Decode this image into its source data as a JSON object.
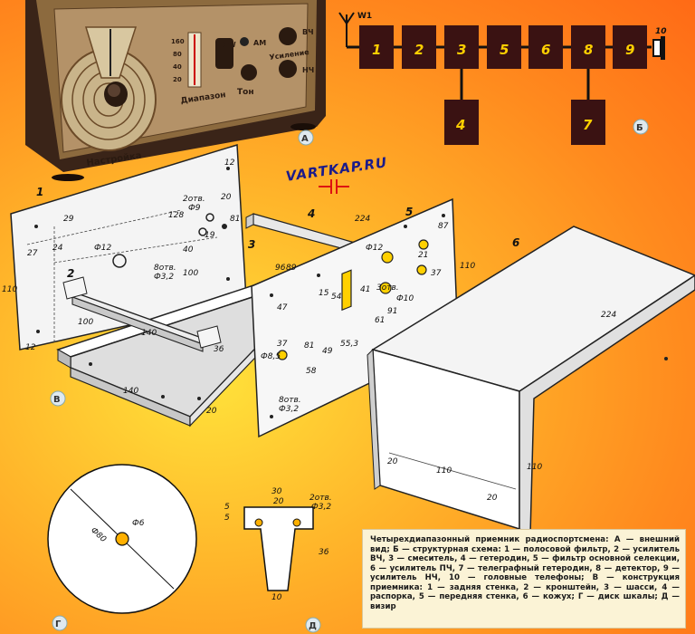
{
  "letters": {
    "a": "А",
    "b": "Б",
    "v": "В",
    "g": "Г",
    "d": "Д"
  },
  "front_panel": {
    "tuning": "Настройка",
    "range": "Диапазон",
    "bands": [
      "160",
      "80",
      "40",
      "20"
    ],
    "cw": "CW",
    "am": "AM",
    "gain": "Усиление",
    "hf": "ВЧ",
    "lf": "НЧ",
    "tone": "Тон"
  },
  "block_diagram": {
    "antenna": "W1",
    "main_blocks": [
      "1",
      "2",
      "3",
      "5",
      "6",
      "8",
      "9"
    ],
    "sub_blocks": [
      "4",
      "7"
    ],
    "output": "10"
  },
  "site_mark": "VARTKAP.RU",
  "part_numbers": [
    "1",
    "2",
    "3",
    "4",
    "5",
    "6"
  ],
  "dims_back_wall": [
    "12",
    "29",
    "2отв.",
    "Ф9",
    "128",
    "20",
    "Ф12",
    "40",
    "19",
    "81",
    "27",
    "24",
    "8отв.",
    "Ф3,2",
    "110",
    "100",
    "100",
    "140",
    "12",
    "36"
  ],
  "dims_front_wall": [
    "224",
    "Ф12",
    "110",
    "87",
    "47",
    "96",
    "41",
    "54",
    "Ф10",
    "37",
    "15",
    "21",
    "3отв.",
    "61",
    "91",
    "Ф8,5",
    "37",
    "49",
    "55,3",
    "58",
    "81",
    "8отв.",
    "Ф3,2",
    "89"
  ],
  "dims_chassis": [
    "140",
    "20"
  ],
  "dims_cover": [
    "224",
    "110",
    "110",
    "20",
    "20"
  ],
  "dims_dial": [
    "Ф80",
    "Ф6"
  ],
  "dims_pointer": [
    "30",
    "20",
    "5",
    "5",
    "2отв.",
    "Ф3,2",
    "36",
    "10"
  ],
  "caption": "Четырехдиапазонный приемник радиоспортсмена: А — внешний вид; Б — структурная схема: 1 — полосовой фильтр, 2 — усилитель ВЧ, 3 — смеситель, 4 — гетеродин, 5 — фильтр основной селекции, 6 — усилитель ПЧ, 7 — телеграфный гетеродин, 8 — детектор, 9 — усилитель НЧ, 10 — головные телефоны; В — конструкция приемника: 1 — задняя стенка, 2 — кронштейн, 3 — шасси, 4 — распорка, 5 — передняя стенка, 6 — кожух; Г — диск шкалы; Д — визир"
}
